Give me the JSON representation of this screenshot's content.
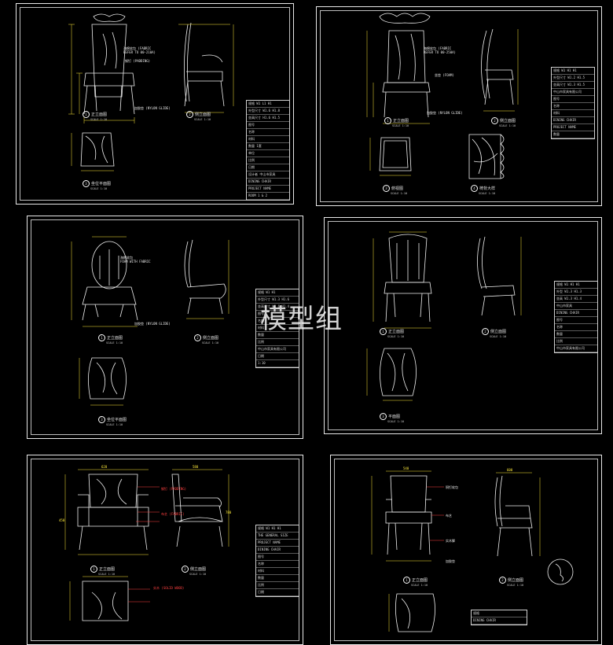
{
  "watermark": "模型组",
  "colors": {
    "background": "#000000",
    "frame": "#e8e8e8",
    "dimension": "#ffeb3b",
    "callout_red": "#ff4040",
    "linework": "#f0f0f0"
  },
  "sheets": [
    {
      "id": "s1",
      "notes": [
        "海棉软包 (FABRIC",
        "REFER TO 00-210A)",
        "钢钉 (PADDING)",
        "加胶垫 (NYLON GLIDE)"
      ],
      "views": [
        {
          "num": "1",
          "label": "正立面图",
          "scale": "SCALE 1:10"
        },
        {
          "num": "2",
          "label": "侧立面图",
          "scale": "SCALE 1:10"
        },
        {
          "num": "3",
          "label": "坐位平面图",
          "scale": "SCALE 1:10"
        }
      ],
      "title_block": [
        "规格  W1 L1  H1",
        "外型尺寸 W1.6 H1.8",
        "坐高尺寸 H1.6 H1.5",
        "图号",
        "名称",
        "材料",
        "数量  1套",
        "单位",
        "比例",
        "日期",
        "设计者  中山市家具",
        "DINING CHAIR",
        "PROJECT NAME",
        "ROOM 1 & 2"
      ]
    },
    {
      "id": "s2",
      "notes": [
        "海棉软包 (FABRIC",
        "REFER TO 00-250A)",
        "坐垫 (FOAM)",
        "加胶垫 (NYLON GLIDE)"
      ],
      "views": [
        {
          "num": "1",
          "label": "正立面图",
          "scale": "SCALE 1:10"
        },
        {
          "num": "2",
          "label": "侧立面图",
          "scale": "SCALE 1:10"
        },
        {
          "num": "3",
          "label": "俯视图",
          "scale": "SCALE 1:10"
        },
        {
          "num": "4",
          "label": "椅背大样",
          "scale": "SCALE 1:10"
        }
      ],
      "title_block": [
        "规格 W1 H1 H1",
        "外型尺寸 W1.2 H1.5",
        "坐高尺寸 W1.3 H1.5",
        "中山市家具有限公司",
        "图号",
        "名称",
        "材料",
        "DINING CHAIR",
        "PROJECT NAME",
        "数量"
      ]
    },
    {
      "id": "s3",
      "notes": [
        "海棉软包",
        "FOAM WITH FABRIC",
        "加胶垫 (NYLON GLIDE)"
      ],
      "views": [
        {
          "num": "1",
          "label": "正立面图",
          "scale": "SCALE 1:10"
        },
        {
          "num": "2",
          "label": "侧立面图",
          "scale": "SCALE 1:10"
        },
        {
          "num": "3",
          "label": "坐位平面图",
          "scale": "SCALE 1:10"
        }
      ],
      "title_block": [
        "规格 W1 H1",
        "外型尺寸 W1.3 H1.6",
        "坐高尺寸 W1.6 H1.4",
        "图号",
        "名称",
        "材料",
        "数量",
        "比例",
        "中山市家具有限公司",
        "日期",
        "1:10"
      ]
    },
    {
      "id": "s4",
      "notes": [],
      "views": [
        {
          "num": "1",
          "label": "正立面图",
          "scale": "SCALE 1:10"
        },
        {
          "num": "2",
          "label": "侧立面图",
          "scale": "SCALE 1:10"
        },
        {
          "num": "3",
          "label": "平面图",
          "scale": "SCALE 1:10"
        }
      ],
      "title_block": [
        "规格 W1 H1 H1",
        "外型 W1.3 H1.3",
        "坐高 W1.3 H1.4",
        "中山市家具",
        "DINING CHAIR",
        "图号",
        "名称",
        "数量",
        "比例",
        "中山市家具有限公司"
      ]
    },
    {
      "id": "s5",
      "dims": [
        "620",
        "580",
        "450",
        "780"
      ],
      "notes": [
        "钢钉 (PADDING)",
        "布艺 (FABRIC)",
        "实木 (SOLID WOOD)"
      ],
      "views": [
        {
          "num": "1",
          "label": "正立面图",
          "scale": "SCALE 1:10"
        },
        {
          "num": "2",
          "label": "侧立面图",
          "scale": "SCALE 1:10"
        }
      ],
      "title_block": [
        "规格 W1 H1 H1",
        "THE GENERAL SIZE",
        "PROJECT NAME",
        "DINING CHAIR",
        "图号",
        "名称",
        "材料",
        "数量",
        "比例",
        "日期"
      ]
    },
    {
      "id": "s6",
      "dims": [
        "540",
        "600"
      ],
      "notes": [
        "铜钉软包",
        "布艺",
        "实木脚",
        "加胶垫"
      ],
      "views": [
        {
          "num": "1",
          "label": "正立面图",
          "scale": "SCALE 1:10"
        },
        {
          "num": "2",
          "label": "侧立面图",
          "scale": "SCALE 1:10"
        }
      ],
      "title_block": [
        "规格",
        "DINING CHAIR"
      ]
    }
  ]
}
